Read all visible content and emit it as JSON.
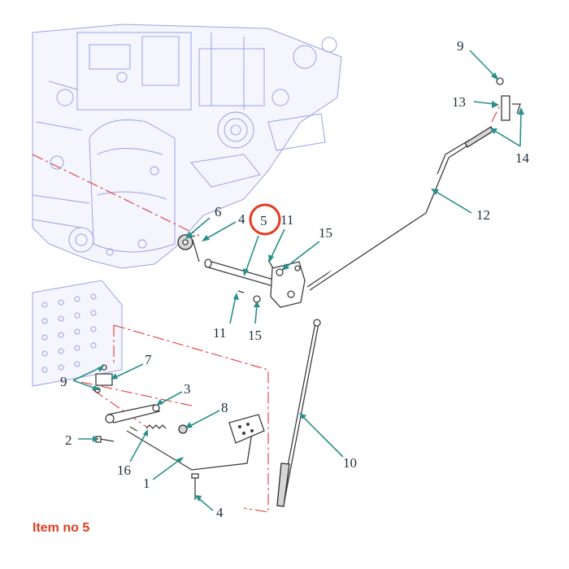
{
  "caption": {
    "text": "Item no 5",
    "color": "#e23b1e"
  },
  "highlight": {
    "label": "5",
    "color": "#e23b1e"
  },
  "callouts": [
    {
      "id": "c9-top",
      "label": "9"
    },
    {
      "id": "c13",
      "label": "13"
    },
    {
      "id": "c14",
      "label": "14"
    },
    {
      "id": "c12",
      "label": "12"
    },
    {
      "id": "c6",
      "label": "6"
    },
    {
      "id": "c4-top",
      "label": "4"
    },
    {
      "id": "c5",
      "label": "5"
    },
    {
      "id": "c11-top",
      "label": "11"
    },
    {
      "id": "c15-top",
      "label": "15"
    },
    {
      "id": "c11-bottom",
      "label": "11"
    },
    {
      "id": "c15-bottom",
      "label": "15"
    },
    {
      "id": "c7",
      "label": "7"
    },
    {
      "id": "c9-left",
      "label": "9"
    },
    {
      "id": "c3",
      "label": "3"
    },
    {
      "id": "c8",
      "label": "8"
    },
    {
      "id": "c2",
      "label": "2"
    },
    {
      "id": "c16",
      "label": "16"
    },
    {
      "id": "c1",
      "label": "1"
    },
    {
      "id": "c10",
      "label": "10"
    },
    {
      "id": "c4-bottom",
      "label": "4"
    }
  ],
  "colors": {
    "leader": "#2a8f8a",
    "engine": "#9aa2e6",
    "phantom": "#e23b3b",
    "part": "#3d3d3d"
  }
}
